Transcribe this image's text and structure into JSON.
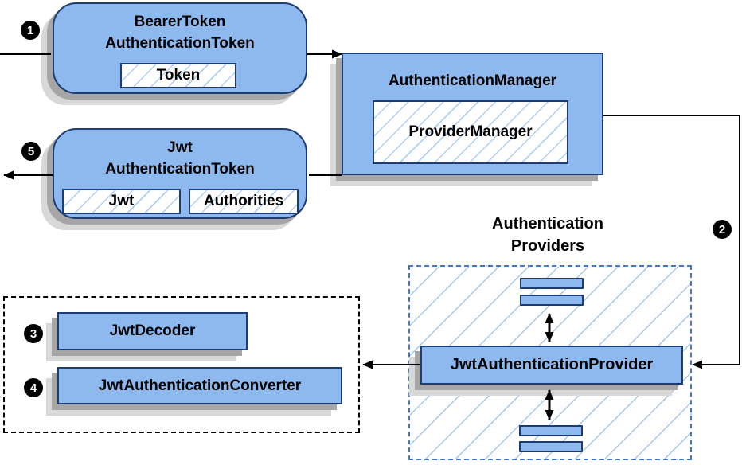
{
  "diagram": {
    "step_badges": {
      "s1": "1",
      "s2": "2",
      "s3": "3",
      "s4": "4",
      "s5": "5"
    },
    "bearer_token_box": {
      "title_line1": "BearerToken",
      "title_line2": "AuthenticationToken",
      "token_label": "Token"
    },
    "authentication_manager_box": {
      "title": "AuthenticationManager",
      "provider_manager_label": "ProviderManager"
    },
    "jwt_authentication_token_box": {
      "title_line1": "Jwt",
      "title_line2": "AuthenticationToken",
      "jwt_label": "Jwt",
      "authorities_label": "Authorities"
    },
    "authentication_providers": {
      "heading_line1": "Authentication",
      "heading_line2": "Providers",
      "jwt_authentication_provider_label": "JwtAuthenticationProvider"
    },
    "converter_group": {
      "jwt_decoder_label": "JwtDecoder",
      "jwt_authentication_converter_label": "JwtAuthenticationConverter"
    },
    "colors": {
      "node_fill": "#8db9ee",
      "node_border": "#1e3c74",
      "hatch_line": "#b0cff2",
      "providers_hatch_line": "#a5c7ec",
      "providers_dash_border": "#4377c9",
      "group_dash_border": "#000000",
      "shadow_dark": "#a6a6a6",
      "shadow_light": "#d8d8d8",
      "arrow": "#000000",
      "badge_bg": "#000000",
      "badge_text": "#ffffff",
      "background": "#ffffff"
    }
  }
}
